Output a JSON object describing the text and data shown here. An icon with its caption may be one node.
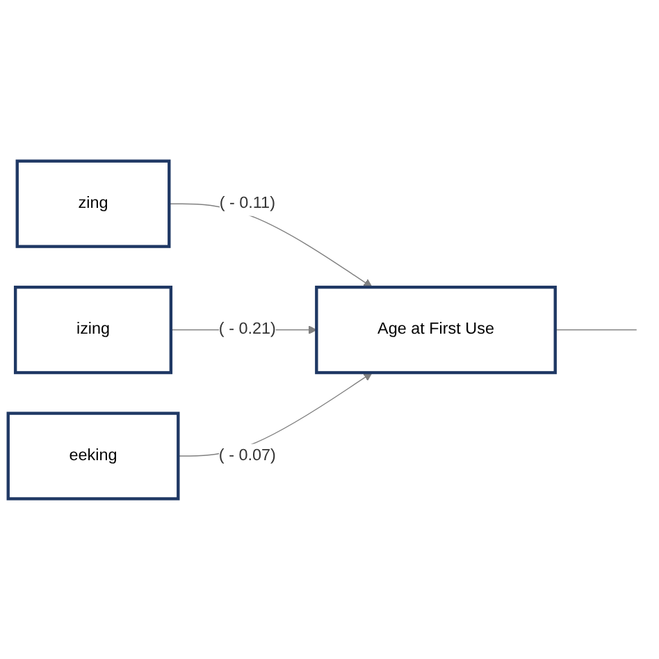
{
  "diagram": {
    "nodes": [
      {
        "text": [
          "zing"
        ]
      },
      {
        "text": [
          "izing"
        ]
      },
      {
        "text": [
          "eeking"
        ]
      },
      {
        "text": [
          "Age at First Use"
        ]
      }
    ],
    "edges": [
      {
        "from": 0,
        "to": 3,
        "arrow": "to",
        "label": "( - 0.11)"
      },
      {
        "from": 1,
        "to": 3,
        "arrow": "to",
        "label": "( - 0.21)"
      },
      {
        "from": 2,
        "to": 3,
        "arrow": "to",
        "label": "( - 0.07)"
      },
      {
        "from": 3,
        "to": null,
        "arrow": "none"
      }
    ]
  }
}
